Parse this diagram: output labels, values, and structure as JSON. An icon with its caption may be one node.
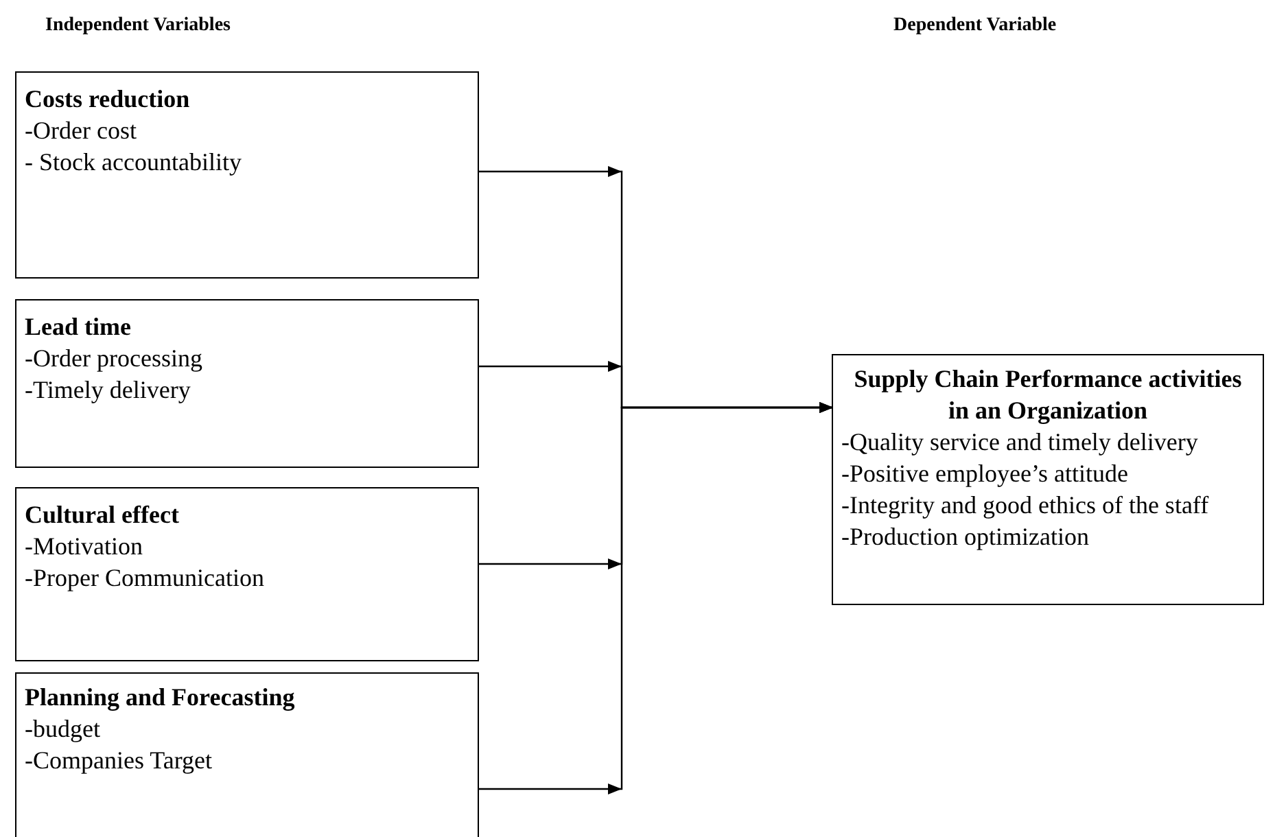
{
  "diagram": {
    "nodes": [
      {
        "text": [
          "Costs reduction",
          "-Order cost",
          "- Stock accountability"
        ]
      },
      {
        "text": [
          "Lead time",
          "-Order processing",
          "-Timely delivery"
        ]
      },
      {
        "text": [
          "Cultural effect",
          "-Motivation",
          "-Proper Communication"
        ]
      },
      {
        "text": [
          "Planning and Forecasting",
          "-budget",
          "-Companies Target"
        ]
      },
      {
        "text": [
          "Supply Chain Performance activities in an Organization",
          "-Quality service and timely delivery",
          "-Positive employee’s attitude",
          "-Integrity and good ethics of the staff",
          "-Production optimization"
        ]
      }
    ],
    "edges": [
      {
        "from": 0,
        "to": 4,
        "arrow": "to"
      },
      {
        "from": 1,
        "to": 4,
        "arrow": "to"
      },
      {
        "from": 2,
        "to": 4,
        "arrow": "to"
      },
      {
        "from": 3,
        "to": 4,
        "arrow": "to"
      }
    ],
    "labels": [
      "Independent Variables",
      "Dependent Variable"
    ]
  }
}
